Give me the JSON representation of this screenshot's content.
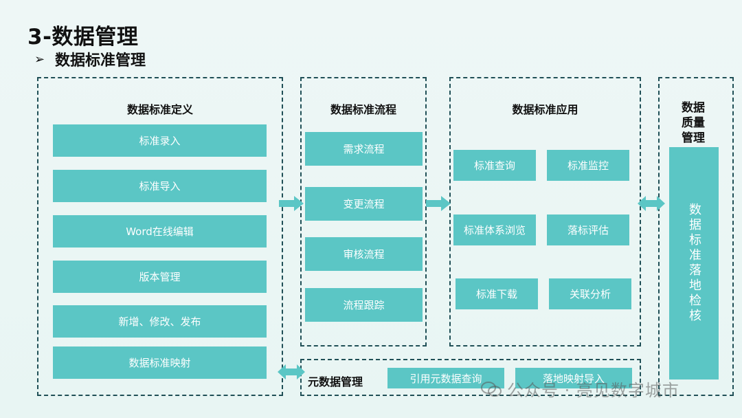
{
  "title": "3-数据管理",
  "subtitle": "数据标准管理",
  "definition": {
    "title": "数据标准定义",
    "items": [
      "标准录入",
      "标准导入",
      "Word在线编辑",
      "版本管理",
      "新增、修改、发布",
      "数据标准映射"
    ]
  },
  "process": {
    "title": "数据标准流程",
    "items": [
      "需求流程",
      "变更流程",
      "审核流程",
      "流程跟踪"
    ]
  },
  "application": {
    "title": "数据标准应用",
    "items": [
      "标准查询",
      "标准监控",
      "标准体系浏览",
      "落标评估",
      "标准下载",
      "关联分析"
    ]
  },
  "quality": {
    "title": "数据质量管理",
    "check": "数据标准落地检核"
  },
  "metadata": {
    "title": "元数据管理",
    "items": [
      "引用元数据查询",
      "落地映射导入"
    ]
  },
  "watermark": "公众号 · 亮见数字城市",
  "colors": {
    "accent": "#5bc6c5",
    "border": "#1f4f56"
  }
}
